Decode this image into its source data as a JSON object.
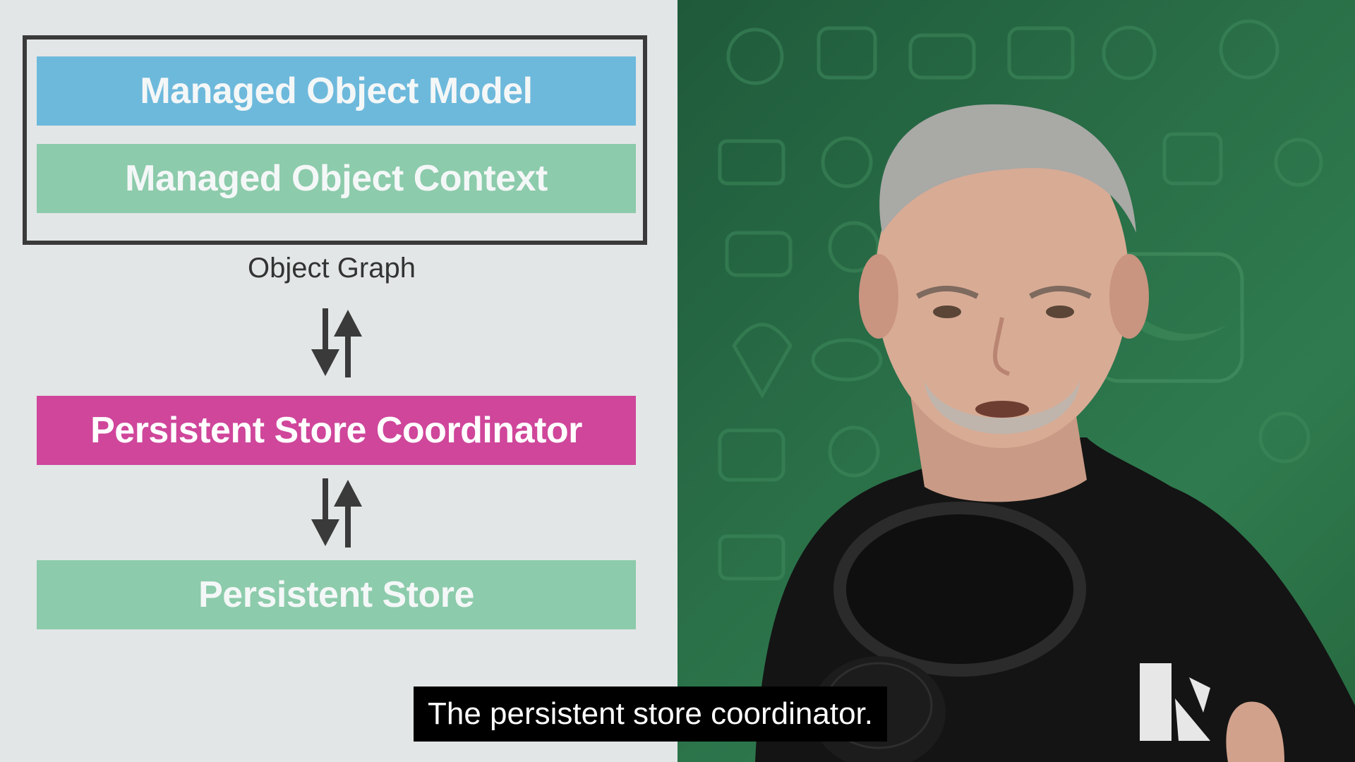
{
  "diagram": {
    "managed_object_model": "Managed Object Model",
    "managed_object_context": "Managed Object Context",
    "object_graph_label": "Object Graph",
    "persistent_store_coordinator": "Persistent Store Coordinator",
    "persistent_store": "Persistent Store"
  },
  "caption": {
    "text": "The persistent store coordinator."
  },
  "colors": {
    "model_blue": "#6db9dc",
    "context_green": "#8ccbab",
    "coordinator_magenta": "#cf469b",
    "store_green": "#8ccbab",
    "background_green": "#2a7048"
  }
}
